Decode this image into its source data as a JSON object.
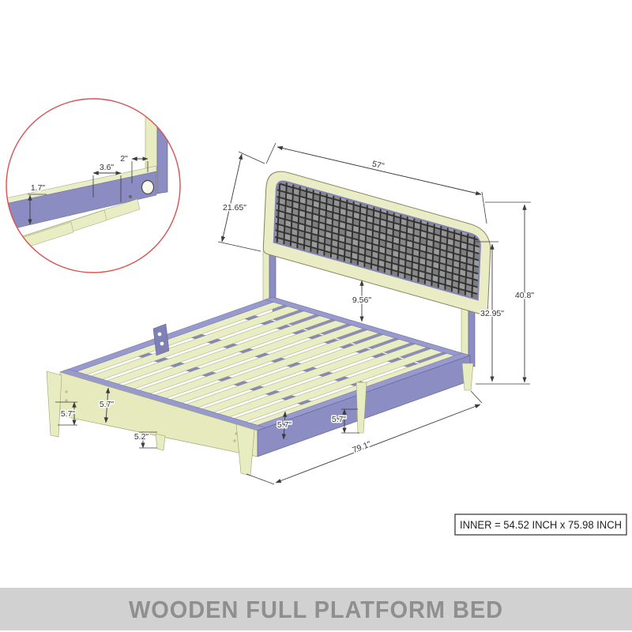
{
  "banner": {
    "title": "WOODEN FULL PLATFORM BED",
    "bg_color": "#d1d1d1",
    "text_color": "#8f8f8f"
  },
  "inner_box": {
    "label": "INNER = 54.52 INCH x 75.98 INCH"
  },
  "diagram": {
    "accent_circle_color": "#d95050",
    "wood_color": "#e8ecc1",
    "frame_color": "#8b8dc3",
    "mesh_color": "#8f8f8f",
    "dimensions": {
      "headboard_width": "57\"",
      "headboard_height": "21.65\"",
      "headboard_gap": "9.56\"",
      "post_height": "32.95\"",
      "total_height": "40.8\"",
      "rail_height_left": "5.7\"",
      "leg_height_left": "5.7\"",
      "center_leg_height": "5.2\"",
      "rail_height_right": "5.7\"",
      "center_leg_right": "5.7\"",
      "bed_length": "79.1\""
    },
    "detail": {
      "rail_lip_height": "1.7\"",
      "slat_spacing": "3.6\"",
      "end_offset": "2\""
    }
  }
}
